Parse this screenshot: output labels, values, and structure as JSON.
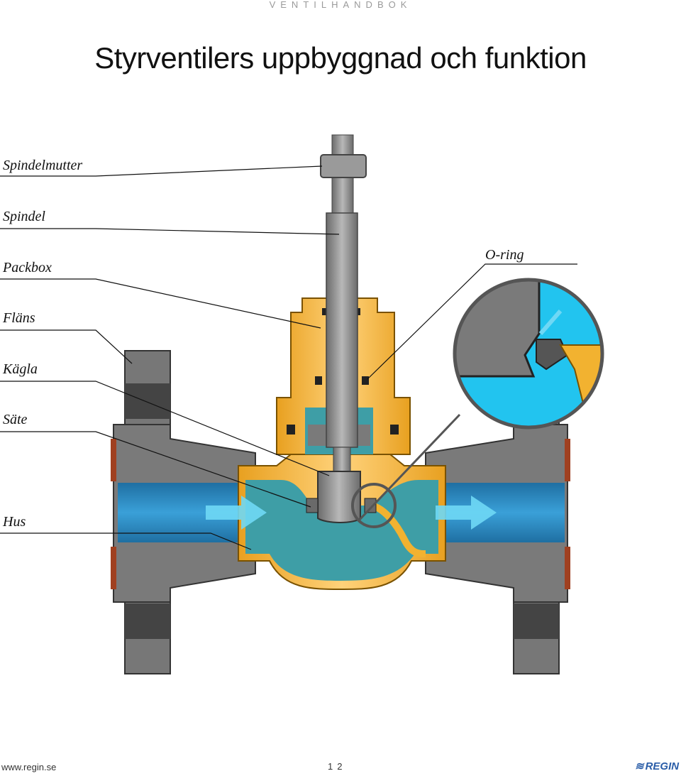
{
  "header": {
    "running_title": "VENTILHANDBOK",
    "title": "Styrventilers uppbyggnad och funktion"
  },
  "labels": {
    "spindelmutter": "Spindelmutter",
    "spindel": "Spindel",
    "packbox": "Packbox",
    "flans": "Fläns",
    "kagla": "Kägla",
    "sate": "Säte",
    "hus": "Hus",
    "oring": "O-ring"
  },
  "footer": {
    "website": "www.regin.se",
    "page": "12",
    "brand": "REGIN"
  },
  "colors": {
    "steel": "#7a7a7a",
    "steel_dark": "#555555",
    "brass": "#f2b230",
    "brass_dark": "#c98a12",
    "water": "#2a8fc4",
    "water_light": "#22c4ef",
    "teal": "#3e9ea6",
    "arrow": "#6fd8f5",
    "brand": "#2a5da8"
  },
  "icons": {
    "flow_arrow": "right-arrow-icon",
    "logo": "regin-logo-icon"
  }
}
